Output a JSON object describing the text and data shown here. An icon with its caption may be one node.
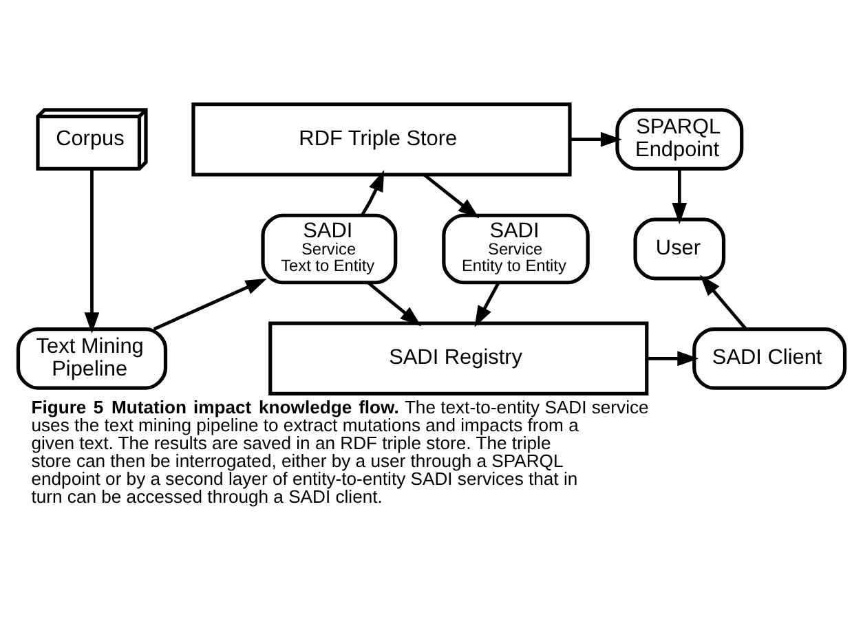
{
  "diagram": {
    "caption": "**Figure 5 Mutation impact knowledge flow.** The text-to-entity SADI service uses the text mining pipeline to extract mutations and impacts from a given text. The results are saved in an RDF triple store. The triple store can then be interrogated, either by a user through a SPARQL endpoint or by a second layer of entity-to-entity SADI services that in turn can be accessed through a SADI client.",
    "nodes": [
      {
        "text": [
          "Corpus"
        ]
      },
      {
        "text": [
          "RDF Triple Store"
        ]
      },
      {
        "text": [
          "SPARQL Endpoint"
        ]
      },
      {
        "text": [
          "SADI",
          "Service",
          "Text to Entity"
        ]
      },
      {
        "text": [
          "SADI",
          "Service",
          "Entity to Entity"
        ]
      },
      {
        "text": [
          "User"
        ]
      },
      {
        "text": [
          "Text Mining Pipeline"
        ]
      },
      {
        "text": [
          "SADI Registry"
        ]
      },
      {
        "text": [
          "SADI Client"
        ]
      }
    ],
    "edges": [
      {
        "from": 0,
        "to": 6,
        "arrow": "to"
      },
      {
        "from": 6,
        "to": 3,
        "arrow": "to"
      },
      {
        "from": 3,
        "to": 1,
        "arrow": "to"
      },
      {
        "from": 1,
        "to": 4,
        "arrow": "to"
      },
      {
        "from": 1,
        "to": 2,
        "arrow": "to"
      },
      {
        "from": 3,
        "to": 7,
        "arrow": "to"
      },
      {
        "from": 4,
        "to": 7,
        "arrow": "to"
      },
      {
        "from": 2,
        "to": 5,
        "arrow": "to"
      },
      {
        "from": 7,
        "to": 8,
        "arrow": "to"
      },
      {
        "from": 8,
        "to": 5,
        "arrow": "to"
      }
    ]
  }
}
